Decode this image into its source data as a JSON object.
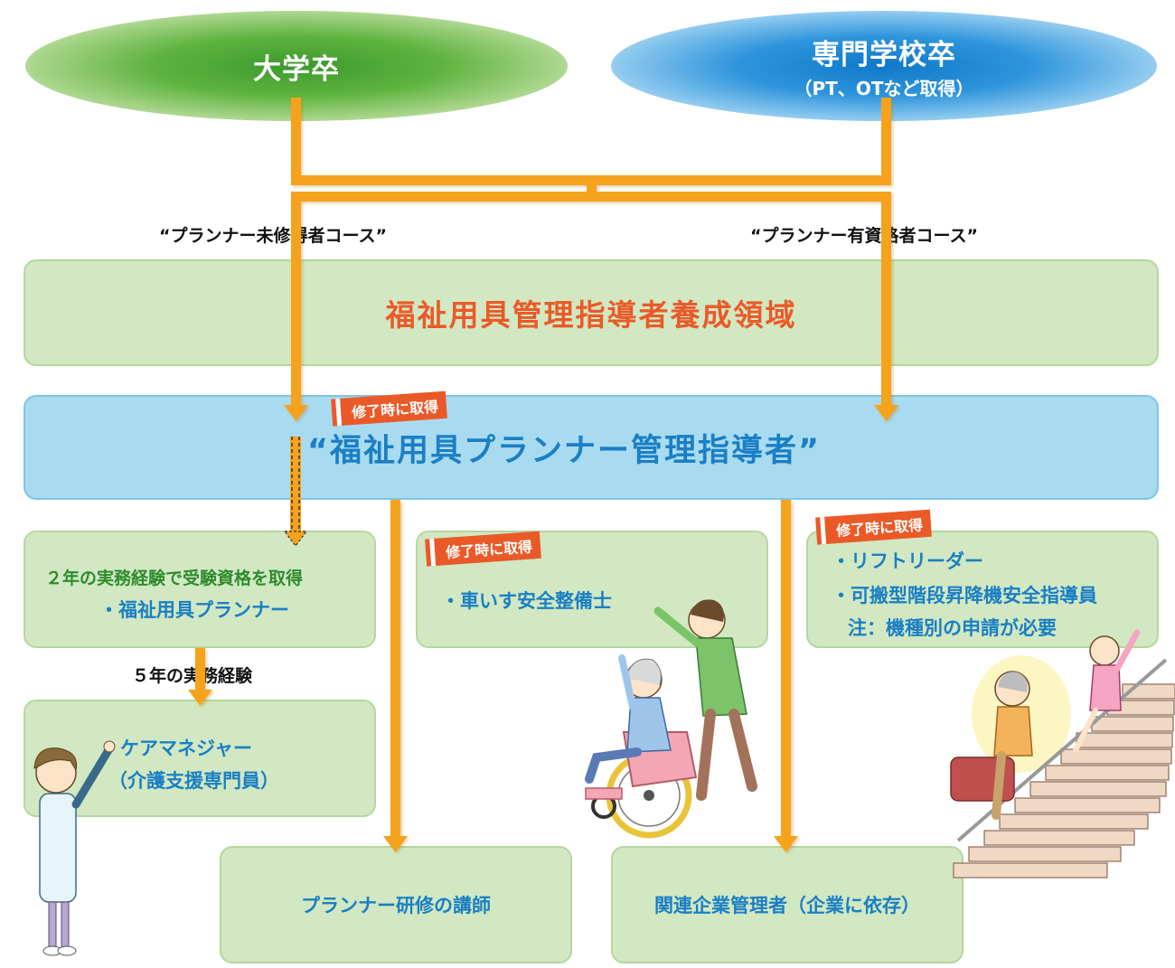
{
  "sources": {
    "university": "大学卒",
    "vocational": "専門学校卒",
    "vocational_note": "（PT、OTなど取得）"
  },
  "courses": {
    "left": "“プランナー未修得者コース”",
    "right": "“プランナー有資格者コース”"
  },
  "region_title": "福祉用具管理指導者養成領域",
  "main_title": "“福祉用具プランナー管理指導者”",
  "badge_text": "修了時に取得",
  "box_planner": {
    "line1": "２年の実務経験で受験資格を取得",
    "line2": "・福祉用具プランナー"
  },
  "box_wheelchair": {
    "line1": "・車いす安全整備士"
  },
  "box_lift": {
    "line1": "・リフトリーダー",
    "line2": "・可搬型階段昇降機安全指導員",
    "line3": "注：機種別の申請が必要"
  },
  "experience_label": "５年の実務経験",
  "box_caremanager": {
    "line1": "・ケアマネジャー",
    "line2": "（介護支援専門員）"
  },
  "box_lecturer": "プランナー研修の講師",
  "box_company": "関連企業管理者（企業に依存）",
  "colors": {
    "arrow": "#f6a21e",
    "box_green": "#d2e8c2",
    "box_blue": "#a9dbf0",
    "accent_orange": "#ea5a28",
    "text_blue": "#1a7fc4"
  }
}
